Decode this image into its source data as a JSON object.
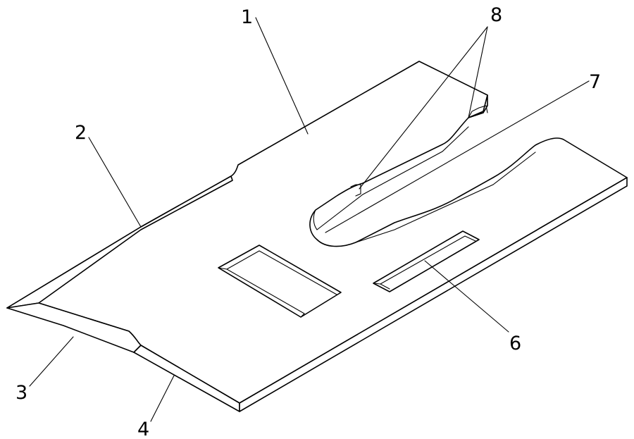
{
  "labels": {
    "l1": "1",
    "l2": "2",
    "l3": "3",
    "l4": "4",
    "l6": "6",
    "l7": "7",
    "l8": "8"
  }
}
